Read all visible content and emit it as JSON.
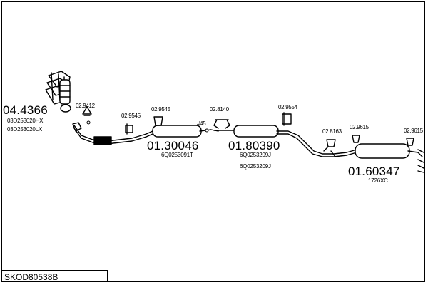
{
  "diagram_code": "SKOD80538B",
  "flange_marker": "#45",
  "parts": [
    {
      "id": "manifold",
      "number": "04.4366",
      "oe": [
        "03D253020HX",
        "03D253020LX"
      ]
    },
    {
      "id": "front-muffler",
      "number": "01.30046",
      "oe": [
        "6Q0253091T"
      ]
    },
    {
      "id": "middle-muffler",
      "number": "01.80390",
      "oe": [
        "6Q0253209J",
        "6Q0253209J"
      ]
    },
    {
      "id": "rear-muffler",
      "number": "01.60347",
      "oe": [
        "1726XC"
      ]
    }
  ],
  "accessories": [
    "02.9412",
    "02.9545",
    "02.9545",
    "02.8140",
    "02.9554",
    "02.8163",
    "02.9615",
    "02.9615"
  ]
}
